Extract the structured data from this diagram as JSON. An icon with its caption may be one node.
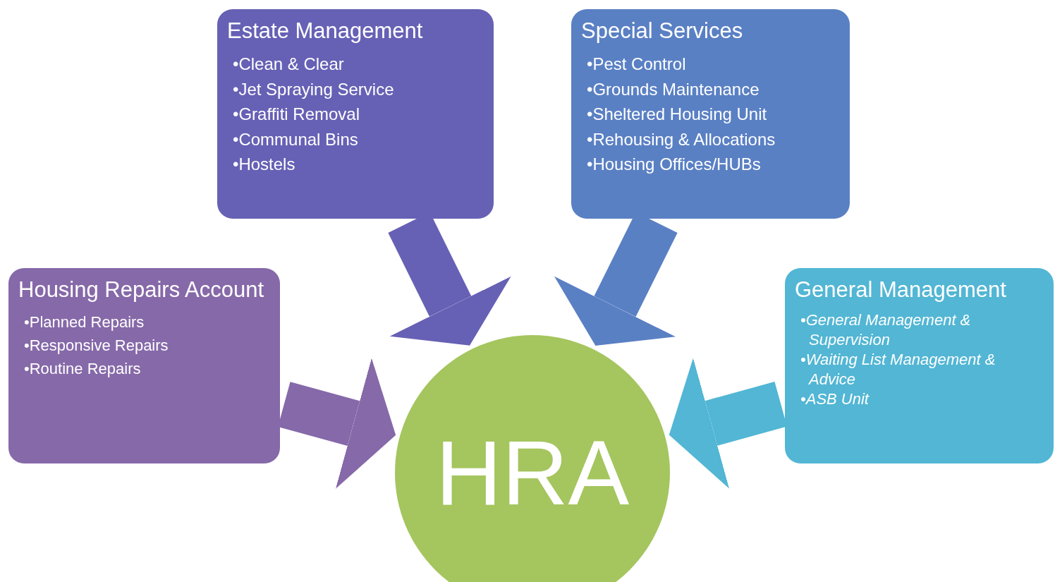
{
  "diagram": {
    "nodes": [
      {
        "text": [
          "Estate Management",
          "•Clean & Clear",
          "•Jet Spraying Service",
          "•Graffiti Removal",
          "•Communal Bins",
          "•Hostels"
        ]
      },
      {
        "text": [
          "Special Services",
          "•Pest Control",
          "•Grounds Maintenance",
          "•Sheltered Housing Unit",
          "•Rehousing & Allocations",
          "•Housing Offices/HUBs"
        ]
      },
      {
        "text": [
          "Housing Repairs Account",
          "•Planned Repairs",
          "•Responsive Repairs",
          "•Routine Repairs"
        ]
      },
      {
        "text": [
          "General Management",
          "•General Management & Supervision",
          "•Waiting List Management & Advice",
          "•ASB Unit"
        ]
      },
      {
        "text": [
          "HRA"
        ]
      }
    ],
    "edges": [
      {
        "from": 0,
        "to": 4,
        "arrow": "to",
        "color": "#6661b5"
      },
      {
        "from": 1,
        "to": 4,
        "arrow": "to",
        "color": "#5a80c4"
      },
      {
        "from": 2,
        "to": 4,
        "arrow": "to",
        "color": "#8669a9"
      },
      {
        "from": 3,
        "to": 4,
        "arrow": "to",
        "color": "#52b6d4"
      }
    ]
  }
}
